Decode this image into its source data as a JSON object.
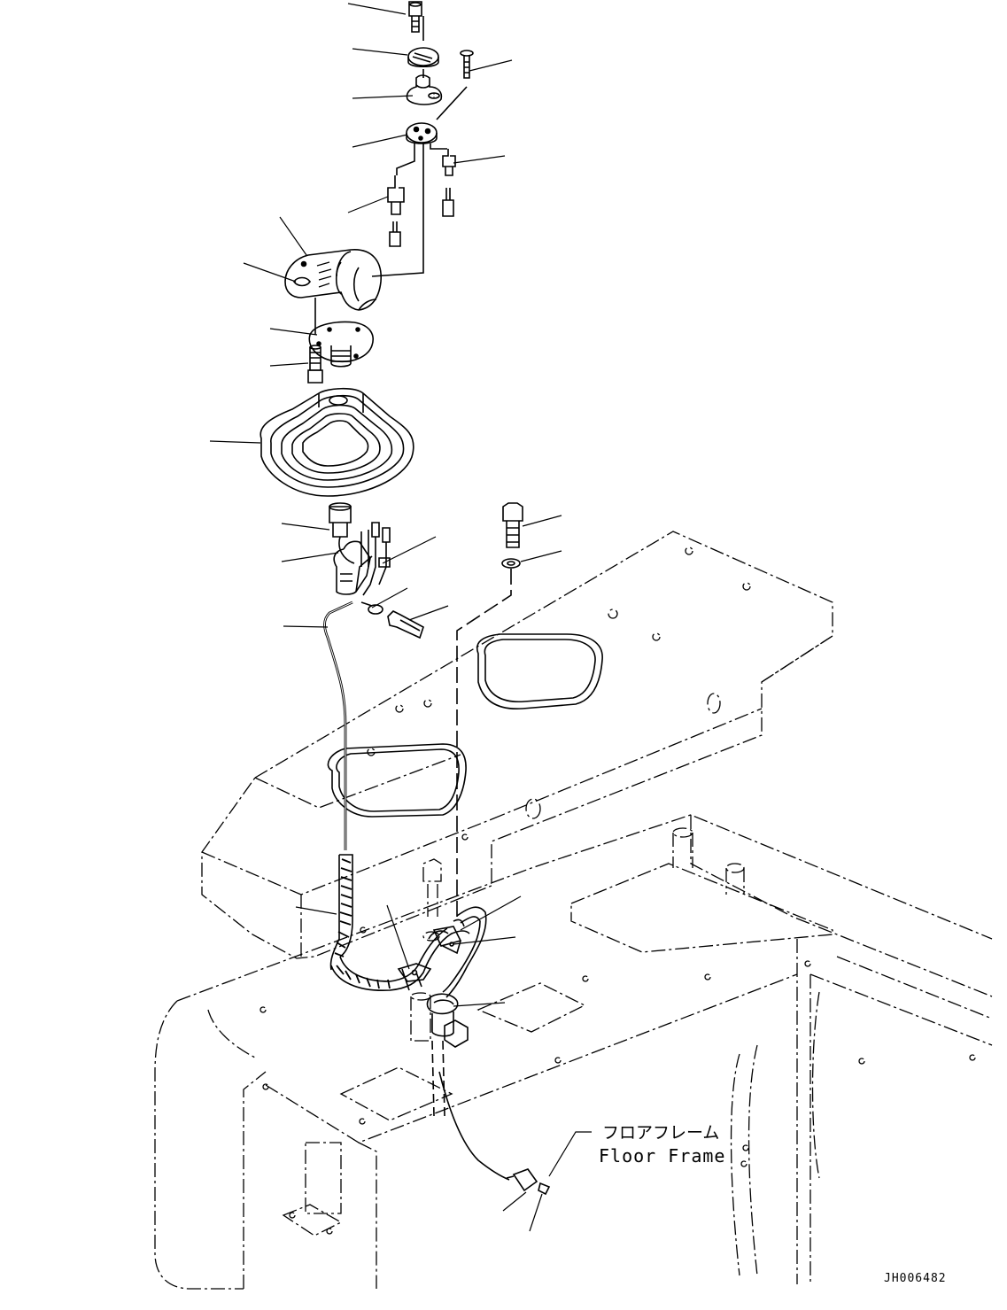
{
  "annotation": {
    "japanese": "フロアフレーム",
    "english": "Floor Frame"
  },
  "drawing_code": "JH006482",
  "colors": {
    "line": "#000000",
    "background": "#ffffff"
  }
}
